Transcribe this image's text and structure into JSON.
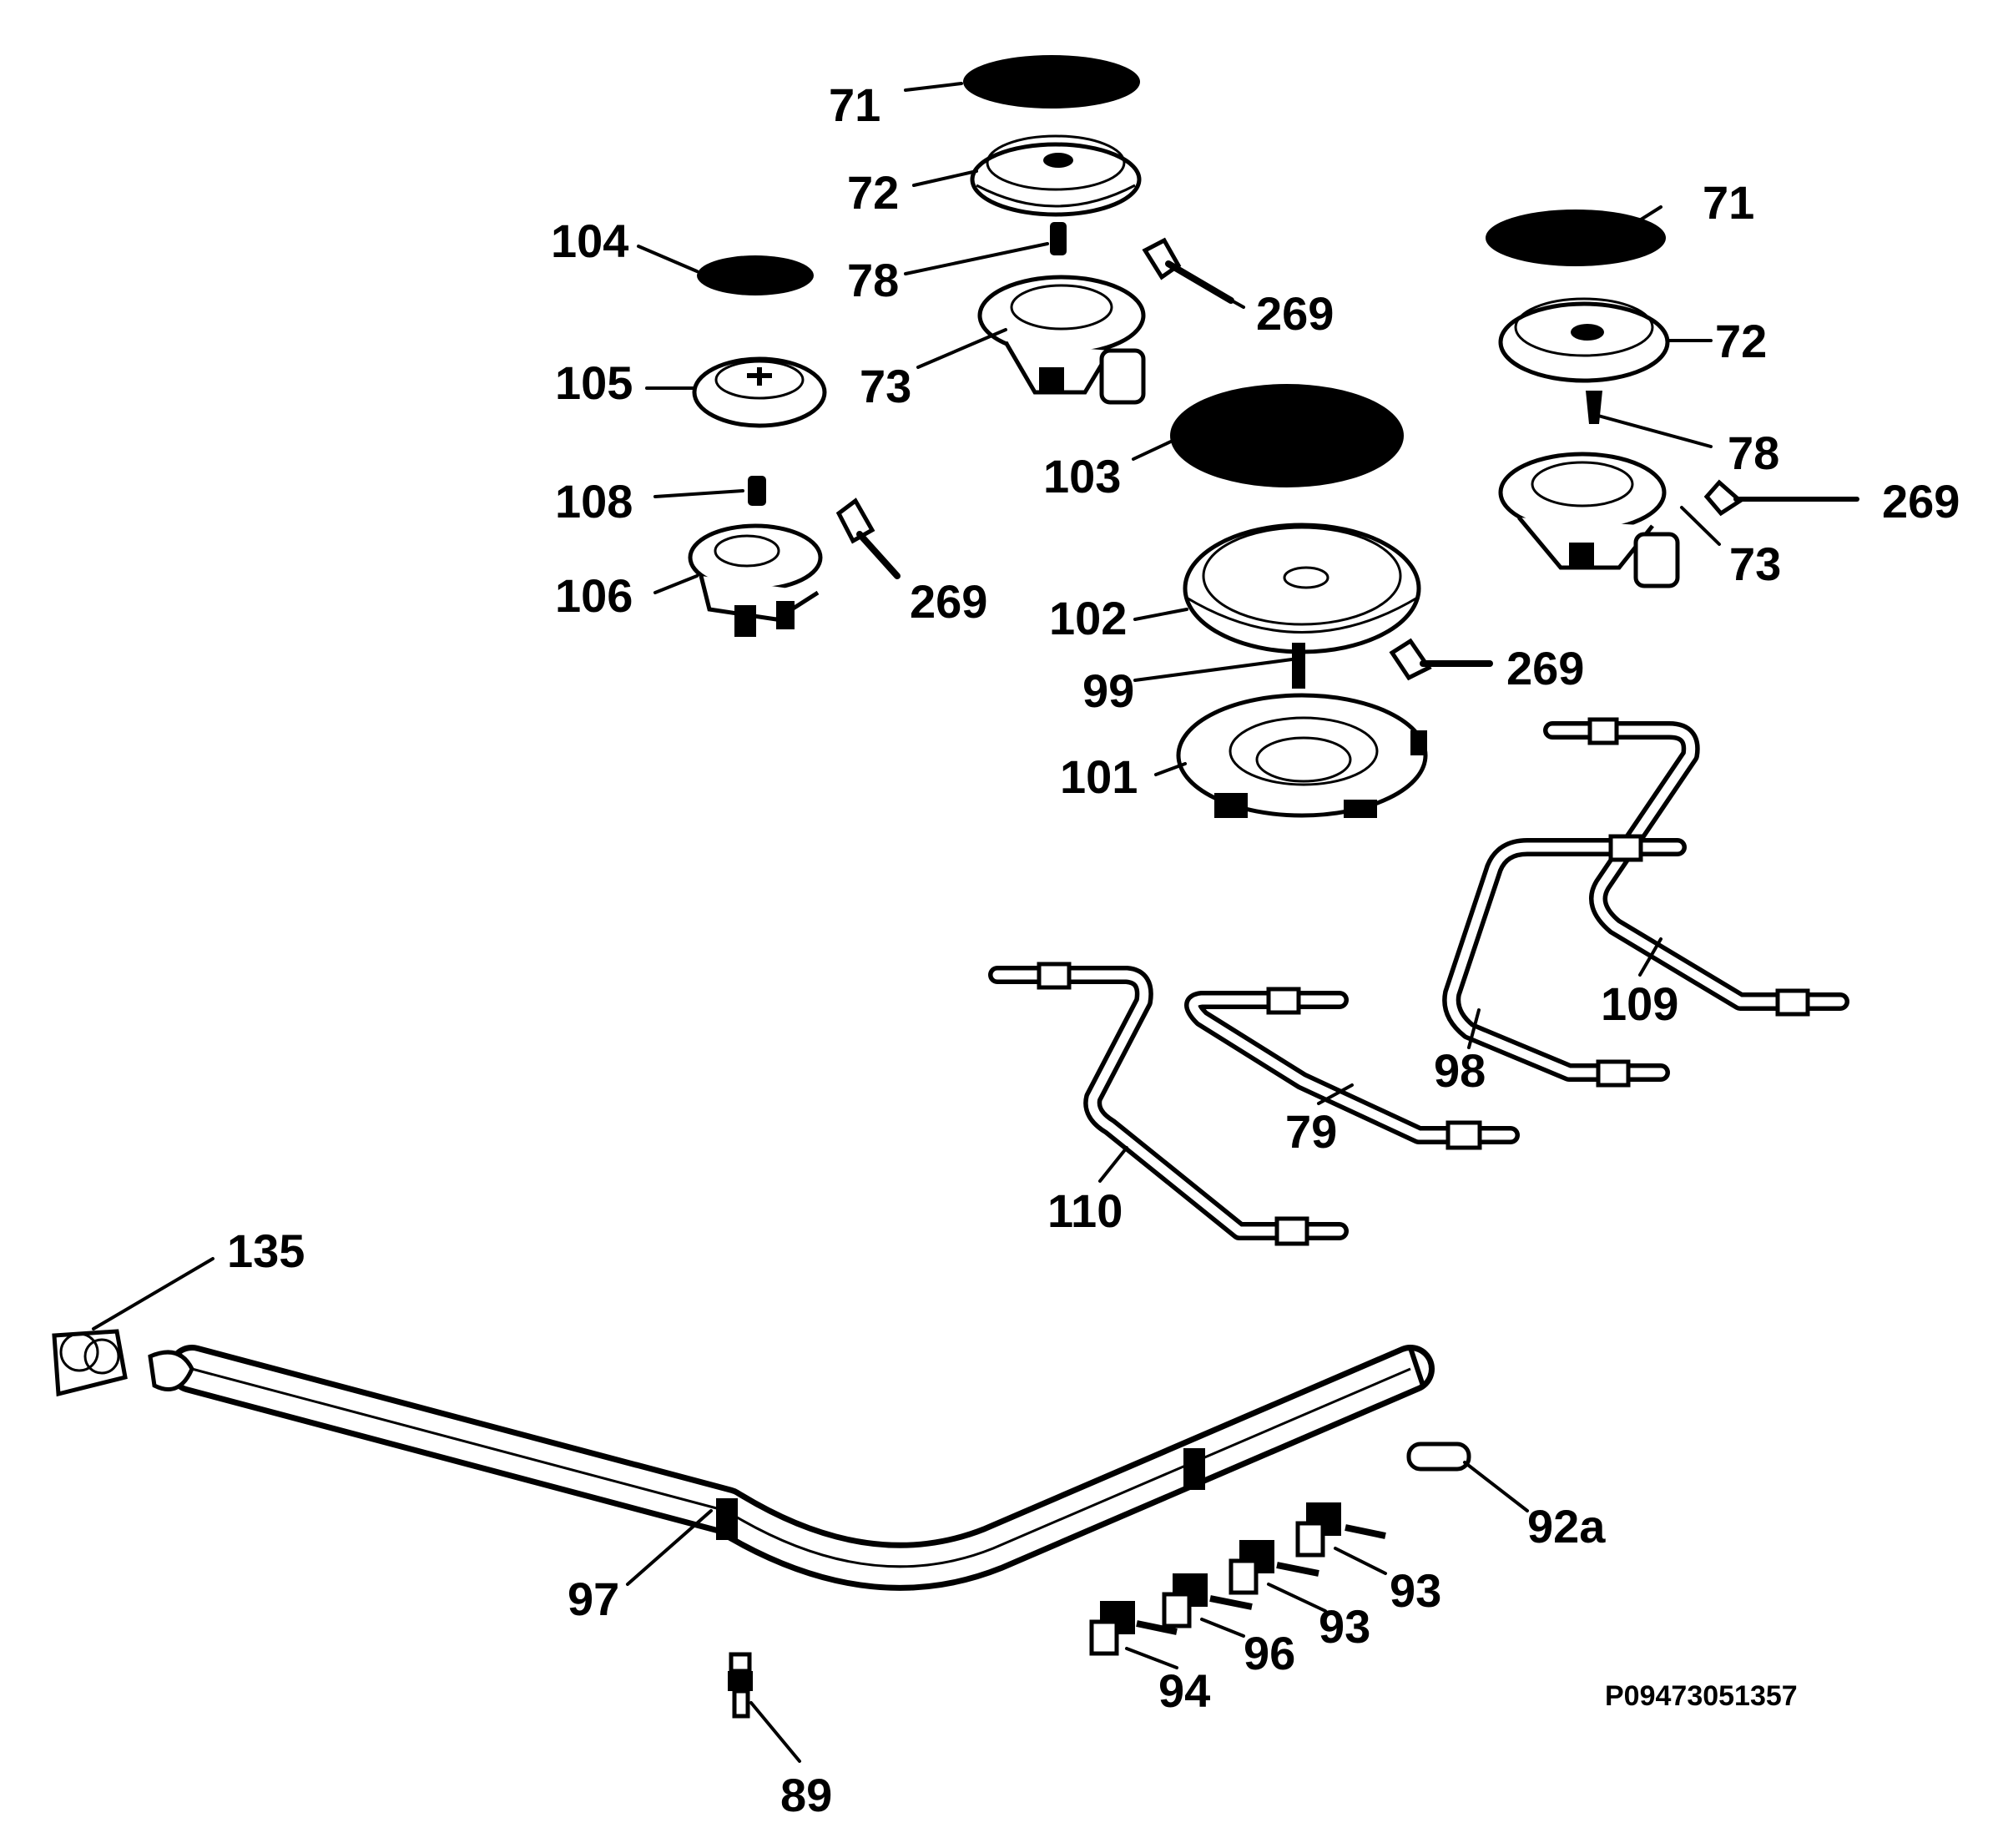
{
  "reference_code": "P09473051357",
  "labels": {
    "l71a": "71",
    "l72a": "72",
    "l78a": "78",
    "l73a": "73",
    "l269a": "269",
    "l104": "104",
    "l105": "105",
    "l108": "108",
    "l106": "106",
    "l269b": "269",
    "l71b": "71",
    "l72b": "72",
    "l78b": "78",
    "l269c": "269",
    "l73b": "73",
    "l103": "103",
    "l102": "102",
    "l99": "99",
    "l269d": "269",
    "l101": "101",
    "l109": "109",
    "l98": "98",
    "l79": "79",
    "l110": "110",
    "l135": "135",
    "l97": "97",
    "l92a": "92a",
    "l93a": "93",
    "l93b": "93",
    "l96": "96",
    "l94": "94",
    "l89": "89"
  }
}
